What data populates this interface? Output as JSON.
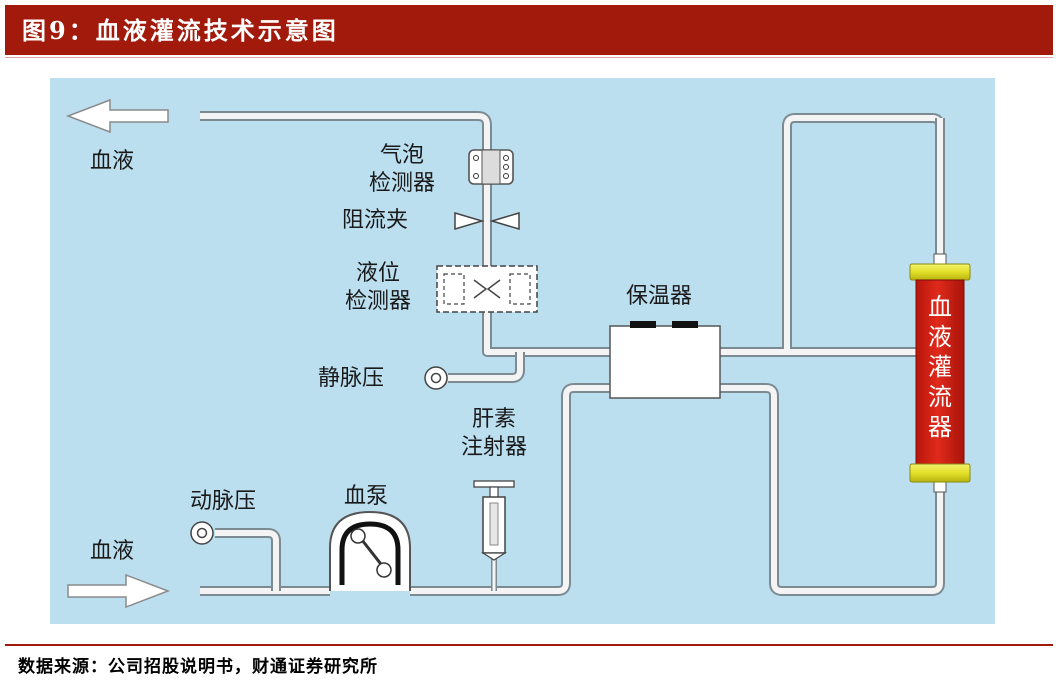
{
  "header": {
    "title": "图9：血液灌流技术示意图"
  },
  "diagram": {
    "blood_out_label": "血液",
    "blood_in_label": "血液",
    "bubble_detector_label": [
      "气泡",
      "检测器"
    ],
    "clamp_label": "阻流夹",
    "level_detector_label": [
      "液位",
      "检测器"
    ],
    "venous_pressure_label": "静脉压",
    "warmer_label": "保温器",
    "heparin_syringe_label": [
      "肝素",
      "注射器"
    ],
    "arterial_pressure_label": "动脉压",
    "blood_pump_label": "血泵",
    "perfusion_column_label": "血液灌流器"
  },
  "colors": {
    "header_bg": "#a11a0c",
    "panel_bg": "#bcdff0",
    "tube": "#f4f4f4",
    "column_red": "#d31f14",
    "column_cap": "#e8e640"
  },
  "footer": {
    "source": "数据来源：公司招股说明书，财通证券研究所"
  }
}
